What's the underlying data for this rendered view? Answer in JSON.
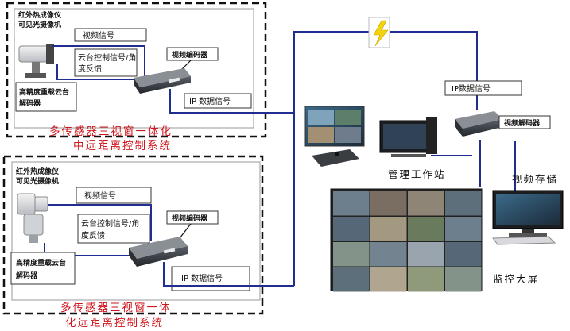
{
  "top_subsystem": {
    "camera_label_line1": "红外热成像仪",
    "camera_label_line2": "可见光摄像机",
    "video_signal": "视频信号",
    "ptz_signal_line1": "云台控制信号/角",
    "ptz_signal_line2": "度反馈",
    "encoder_label": "视频编码器",
    "ptz_decoder_line1": "高精度重载云台",
    "ptz_decoder_line2": "解码器",
    "ip_signal": "IP 数据信号",
    "title_line1": "多传感器三视窗一体化",
    "title_line2": "中远距离控制系统"
  },
  "bottom_subsystem": {
    "camera_label_line1": "红外热成像仪",
    "camera_label_line2": "可见光摄像机",
    "video_signal": "视频信号",
    "ptz_signal_line1": "云台控制信号/角",
    "ptz_signal_line2": "度反馈",
    "encoder_label": "视频编码器",
    "ptz_decoder_line1": "高精度重载云台",
    "ptz_decoder_line2": "解码器",
    "ip_signal": "IP 数据信号",
    "title_line1": "多传感器三视窗一体",
    "title_line2": "化远距离控制系统"
  },
  "network": {
    "ip_signal": "IP数据信号",
    "decoder_label": "视频解码器",
    "workstation_label": "管理工作站",
    "storage_label": "视频存储",
    "video_wall_label": "监控大屏",
    "wireless_icon": "lightning-icon"
  },
  "colors": {
    "line_blue": "#1f2e8f",
    "title_red": "#d0141b"
  }
}
